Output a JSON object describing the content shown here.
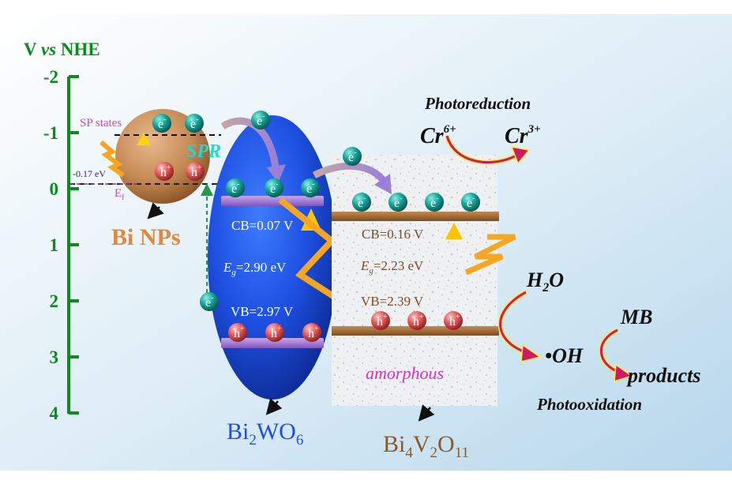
{
  "axis": {
    "title_v": "V",
    "title_vs": "vs",
    "title_nhe": "NHE",
    "ticks": [
      "-2",
      "-1",
      "0",
      "1",
      "2",
      "3",
      "4"
    ],
    "color": "#0c8a1c"
  },
  "bi_nps": {
    "sp_states": "SP states",
    "spr": "SPR",
    "energy": "-0.17 eV",
    "ef_main": "E",
    "ef_sub": "f",
    "label": "Bi NPs"
  },
  "bi2wo6": {
    "cb": "CB=0.07 V",
    "eg_main": "E",
    "eg_sub": "g",
    "eg_value": "=2.90 eV",
    "vb": "VB=2.97 V",
    "label_parts": [
      "Bi",
      "2",
      "WO",
      "6"
    ]
  },
  "bi4v2o11": {
    "cb": "CB=0.16 V",
    "eg_main": "E",
    "eg_sub": "g",
    "eg_value": "=2.23 eV",
    "vb": "VB=2.39 V",
    "amorphous": "amorphous",
    "label_parts": [
      "Bi",
      "4",
      "V",
      "2",
      "O",
      "11"
    ]
  },
  "reactions": {
    "photoreduction": "Photoreduction",
    "cr6": "Cr",
    "cr6_sup": "6+",
    "cr3": "Cr",
    "cr3_sup": "3+",
    "h2o_h": "H",
    "h2o_sub": "2",
    "h2o_o": "O",
    "oh": "•OH",
    "mb": "MB",
    "products": "products",
    "photooxidation": "Photooxidation"
  },
  "carriers": {
    "electron": "e",
    "electron_sup": "-",
    "hole": "h",
    "hole_sup": "+"
  }
}
